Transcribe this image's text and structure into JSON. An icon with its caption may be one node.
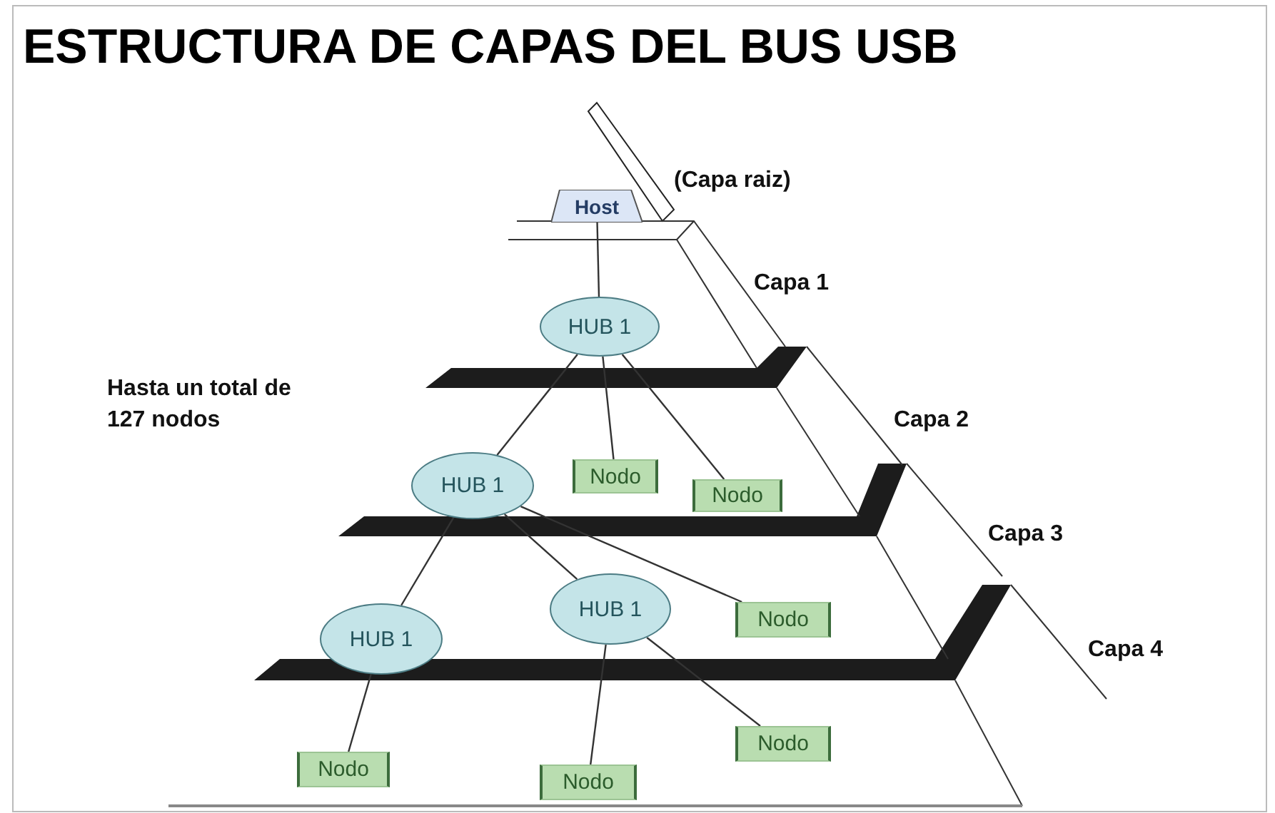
{
  "diagram": {
    "title": "ESTRUCTURA DE CAPAS DEL BUS USB",
    "nodes": [
      {
        "text": [
          "Host"
        ]
      },
      {
        "text": [
          "HUB 1"
        ]
      },
      {
        "text": [
          "Nodo"
        ]
      },
      {
        "text": [
          "Nodo"
        ]
      },
      {
        "text": [
          "HUB 1"
        ]
      },
      {
        "text": [
          "HUB 1"
        ]
      },
      {
        "text": [
          "HUB 1"
        ]
      },
      {
        "text": [
          "Nodo"
        ]
      },
      {
        "text": [
          "Nodo"
        ]
      },
      {
        "text": [
          "Nodo"
        ]
      },
      {
        "text": [
          "Nodo"
        ]
      }
    ],
    "edges": [
      {
        "from": 0,
        "to": 1,
        "arrow": "none"
      },
      {
        "from": 1,
        "to": 4,
        "arrow": "none"
      },
      {
        "from": 1,
        "to": 2,
        "arrow": "none"
      },
      {
        "from": 1,
        "to": 3,
        "arrow": "none"
      },
      {
        "from": 4,
        "to": 5,
        "arrow": "none"
      },
      {
        "from": 4,
        "to": 6,
        "arrow": "none"
      },
      {
        "from": 4,
        "to": 7,
        "arrow": "none"
      },
      {
        "from": 5,
        "to": 8,
        "arrow": "none"
      },
      {
        "from": 6,
        "to": 9,
        "arrow": "none"
      },
      {
        "from": 6,
        "to": 10,
        "arrow": "none"
      }
    ],
    "labels": [
      "(Capa raiz)",
      "Capa 1",
      "Hasta un total de 127 nodos",
      "Capa 2",
      "Capa 3",
      "Capa 4"
    ]
  }
}
